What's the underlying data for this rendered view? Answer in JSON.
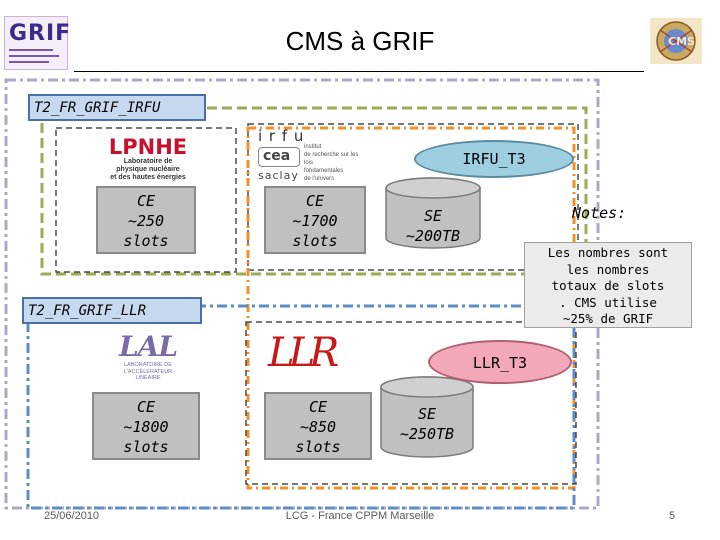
{
  "title": "CMS à GRIF",
  "logos": {
    "grif": "GRIF",
    "lpnhe_name": "LPNHE",
    "lpnhe_sub": [
      "Laboratoire de",
      "physique nucléaire",
      "et des hautes énergies"
    ],
    "irfu": "i r f u",
    "cea": "cea",
    "cea_lines": [
      "institut",
      "de recherche sur les lois",
      "fondamentales",
      "de l'univers"
    ],
    "saclay": "saclay",
    "lal": "LAL",
    "lal_sub": [
      "LABORATOIRE DE",
      "L'ACCÉLÉRATEUR",
      "LINÉAIRE"
    ],
    "llr": "LLR"
  },
  "sites": {
    "irfu_label": "T2_FR_GRIF_IRFU",
    "llr_label": "T2_FR_GRIF_LLR"
  },
  "tier3": {
    "irfu": "IRFU_T3",
    "llr": "LLR_T3"
  },
  "compute": {
    "lpnhe": [
      "CE",
      "~250",
      "slots"
    ],
    "irfu": [
      "CE",
      "~1700",
      "slots"
    ],
    "lal": [
      "CE",
      "~1800",
      "slots"
    ],
    "llr": [
      "CE",
      "~850",
      "slots"
    ]
  },
  "storage": {
    "irfu": [
      "SE",
      "~200TB"
    ],
    "llr": [
      "SE",
      "~250TB"
    ]
  },
  "notes": {
    "title": "Notes:",
    "lines": [
      "Les nombres sont",
      "les nombres",
      "totaux de slots",
      ". CMS utilise",
      "~25% de GRIF"
    ]
  },
  "footer": {
    "date": "25/06/2010",
    "center": "LCG - France CPPM Marseille",
    "page": "5"
  },
  "colors": {
    "outer_dashed": "#a8a8c8",
    "irfu_frame": "#9aaa55",
    "llr_frame": "#5b8ec8",
    "orange_frame": "#f0902a",
    "irfu_t3_fill": "#9ecfe0",
    "llr_t3_fill": "#f2a8b8",
    "notes_fill": "#ebebeb",
    "ce_fill": "#c0c0c0"
  }
}
